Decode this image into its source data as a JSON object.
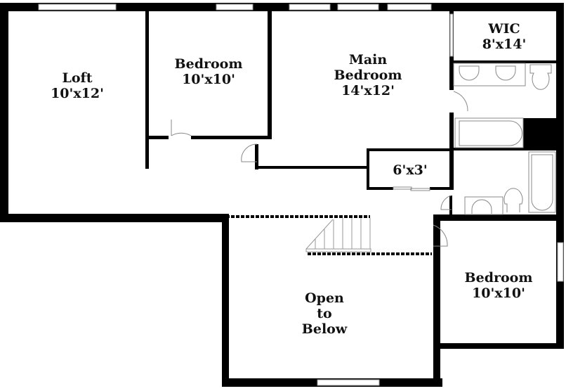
{
  "floorplan": {
    "wall_color": "#000000",
    "fixture_color": "#888888",
    "rooms": {
      "loft": {
        "name": "Loft",
        "size": "10'x12'"
      },
      "bedroom1": {
        "name": "Bedroom",
        "size": "10'x10'"
      },
      "main_bedroom": {
        "name1": "Main",
        "name2": "Bedroom",
        "size": "14'x12'"
      },
      "wic": {
        "name": "WIC",
        "size": "8'x14'"
      },
      "closet": {
        "size": "6'x3'"
      },
      "bedroom2": {
        "name": "Bedroom",
        "size": "10'x10'"
      },
      "open": {
        "line1": "Open",
        "line2": "to",
        "line3": "Below"
      }
    }
  }
}
